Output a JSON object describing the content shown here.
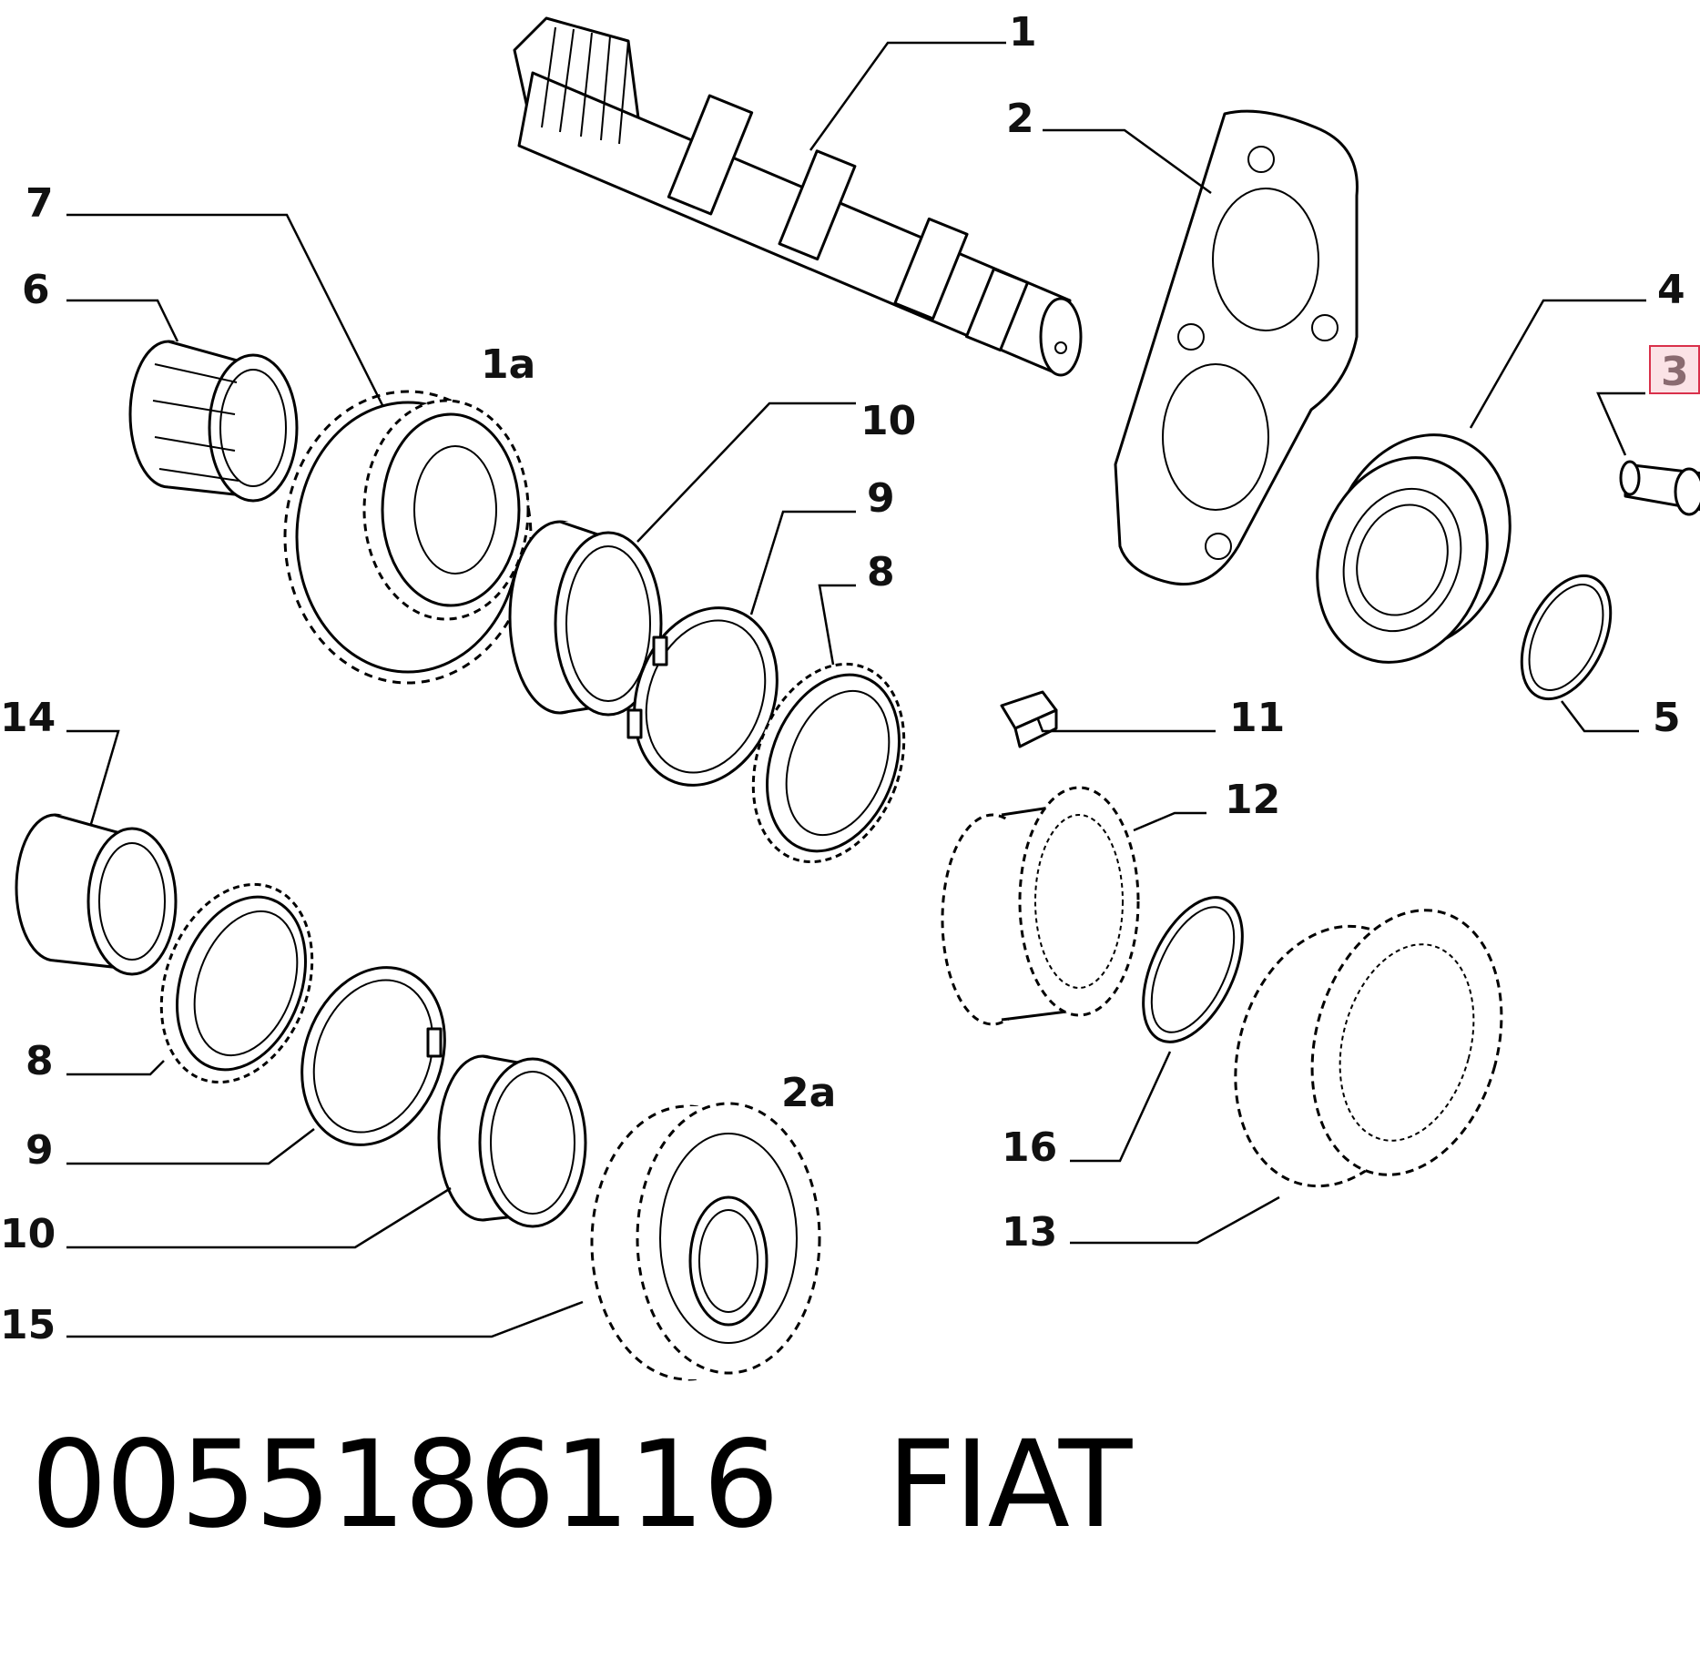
{
  "callouts": {
    "c1": "1",
    "c2": "2",
    "c3": "3",
    "c4": "4",
    "c5": "5",
    "c6": "6",
    "c7": "7",
    "c1a": "1a",
    "c10a": "10",
    "c9a": "9",
    "c8a": "8",
    "c11": "11",
    "c12": "12",
    "c14": "14",
    "c8b": "8",
    "c9b": "9",
    "c10b": "10",
    "c15": "15",
    "c2a": "2a",
    "c16": "16",
    "c13": "13"
  },
  "highlighted_callout": "3",
  "colors": {
    "highlight_border": "#d9304a",
    "highlight_fill": "#fbe3e6"
  },
  "caption": {
    "part_number": "0055186116",
    "brand": "FIAT"
  }
}
